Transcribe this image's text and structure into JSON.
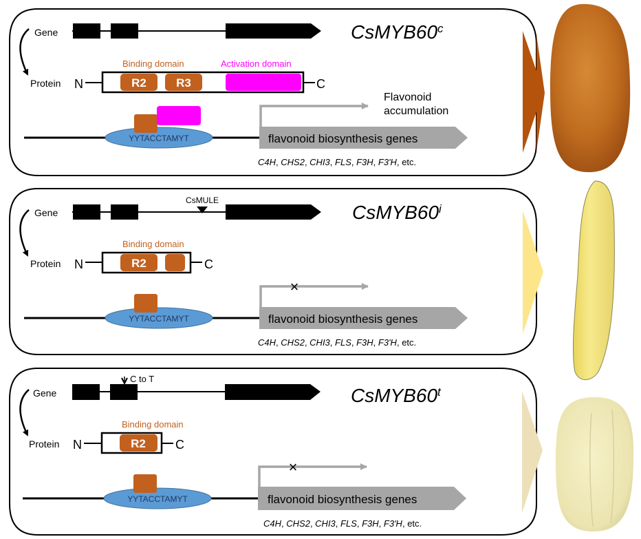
{
  "colors": {
    "myb_domain": "#c2601e",
    "activation": "#ff00ff",
    "cre_ellipse": "#5b9bd5",
    "gene_arrow_grey": "#a6a6a6",
    "fruit_c_arrow": "#b5530d",
    "fruit_i_arrow": "#fde68a",
    "fruit_t_arrow": "#ede0b8"
  },
  "labels": {
    "gene": "Gene",
    "protein": "Protein",
    "n_term": "N",
    "c_term": "C",
    "binding_domain": "Binding domain",
    "activation_domain": "Activation domain",
    "cis_element": "YYTACCTAMYT",
    "target_genes": "flavonoid biosynthesis genes",
    "flavonoid_line1": "Flavonoid",
    "flavonoid_line2": "accumulation",
    "blocked_mark": "×"
  },
  "gene_list": [
    "C4H",
    "CHS2",
    "CHI3",
    "FLS",
    "F3H",
    "F3'H"
  ],
  "gene_list_suffix": "etc.",
  "panels": [
    {
      "allele": "CsMYB60",
      "superscript": "c",
      "mutation_label": "",
      "domains": [
        "R2",
        "R3"
      ],
      "has_activation_domain": true,
      "transcription_active": true,
      "fruit_color": "brown"
    },
    {
      "allele": "CsMYB60",
      "superscript": "i",
      "mutation_label": "CsMULE",
      "domains": [
        "R2",
        ""
      ],
      "has_activation_domain": false,
      "transcription_active": false,
      "fruit_color": "yellow"
    },
    {
      "allele": "CsMYB60",
      "superscript": "t",
      "mutation_label": "C to T",
      "domains": [
        "R2"
      ],
      "has_activation_domain": false,
      "transcription_active": false,
      "fruit_color": "cream"
    }
  ]
}
